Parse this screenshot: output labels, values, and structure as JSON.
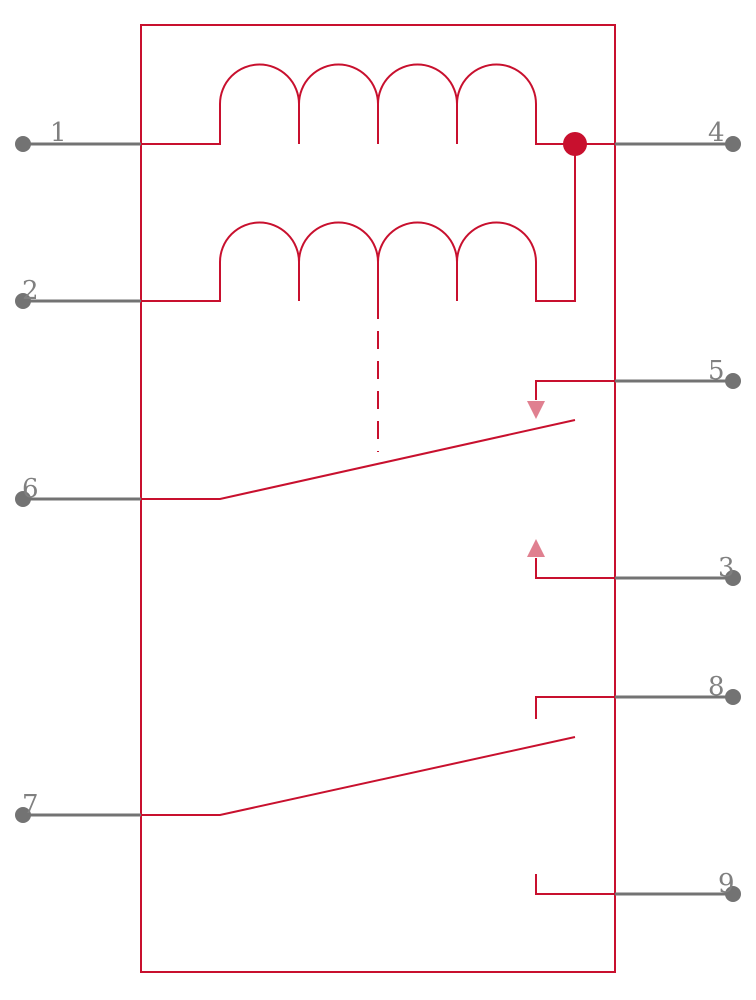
{
  "colors": {
    "body": "#c8102e",
    "pin": "#737373",
    "pin_label": "#808080",
    "arrow": "#e08090",
    "background": "#ffffff"
  },
  "pins": {
    "p1": "1",
    "p2": "2",
    "p3": "3",
    "p4": "4",
    "p5": "5",
    "p6": "6",
    "p7": "7",
    "p8": "8",
    "p9": "9"
  }
}
